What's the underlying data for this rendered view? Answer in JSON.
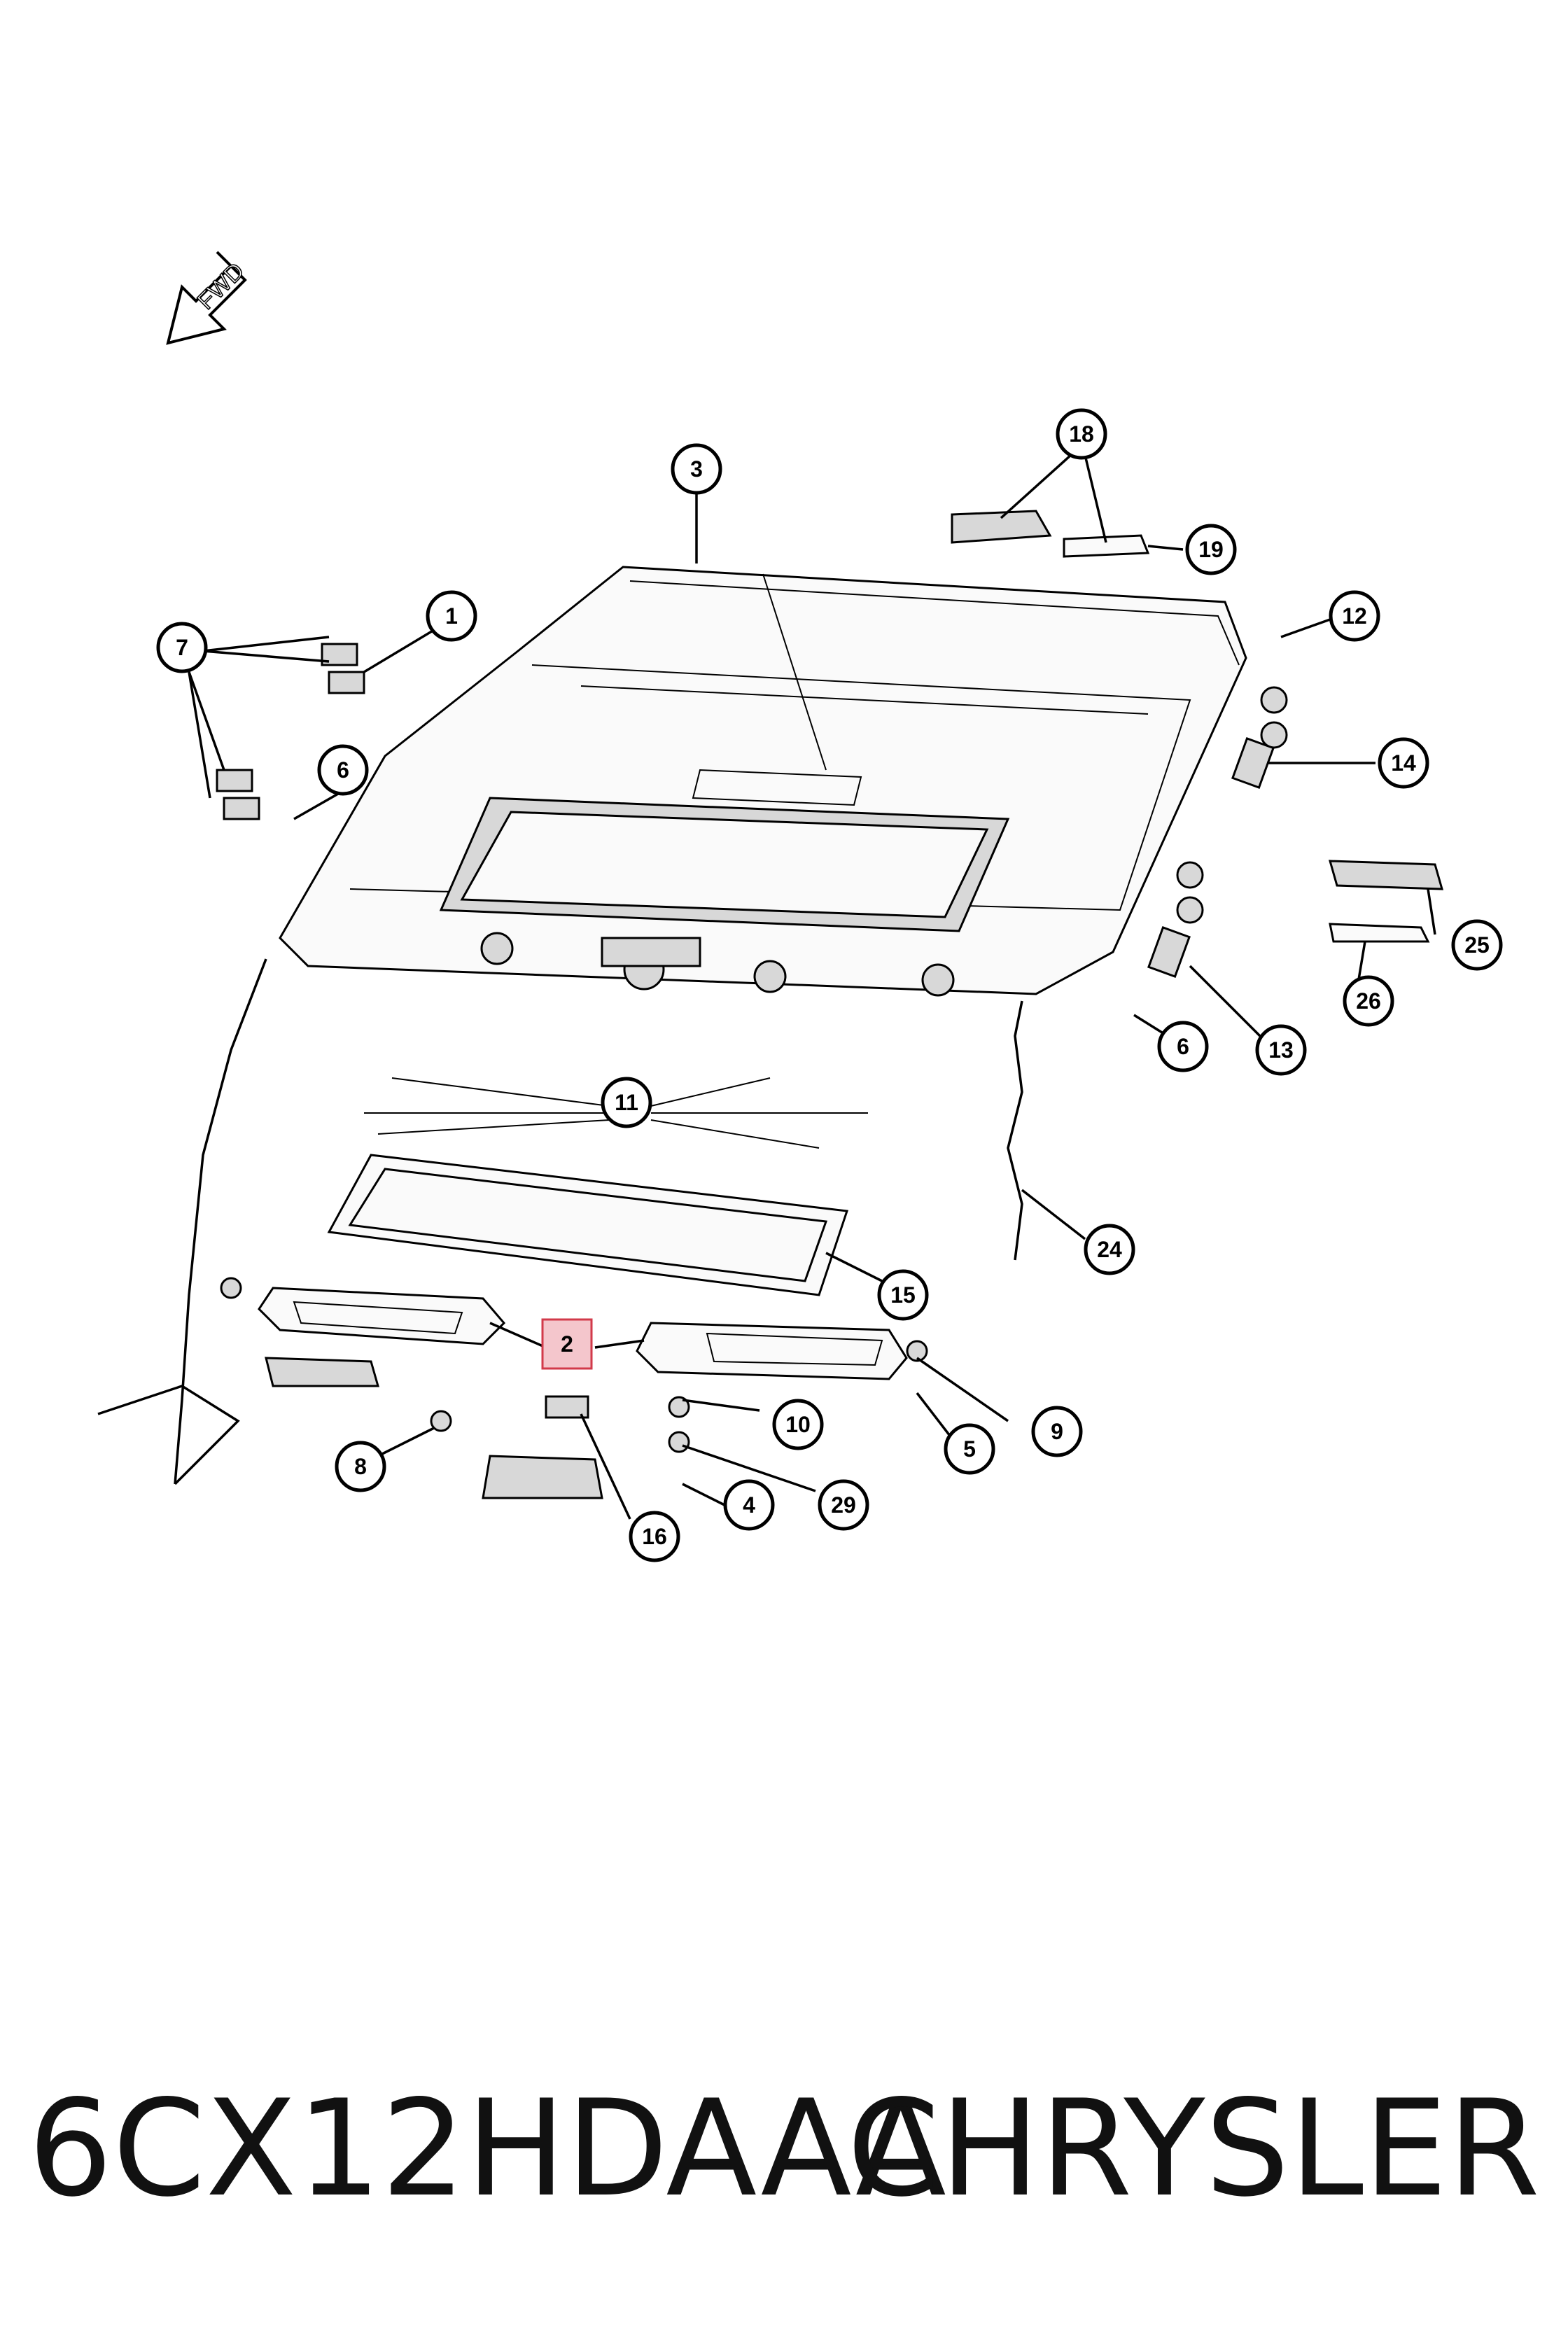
{
  "diagram": {
    "direction_label": "FWD",
    "callouts": [
      {
        "id": "c1",
        "label": "1"
      },
      {
        "id": "c2",
        "label": "2",
        "highlighted": true
      },
      {
        "id": "c3",
        "label": "3"
      },
      {
        "id": "c4",
        "label": "4"
      },
      {
        "id": "c5",
        "label": "5"
      },
      {
        "id": "c6a",
        "label": "6"
      },
      {
        "id": "c6b",
        "label": "6"
      },
      {
        "id": "c7",
        "label": "7"
      },
      {
        "id": "c8",
        "label": "8"
      },
      {
        "id": "c9",
        "label": "9"
      },
      {
        "id": "c10",
        "label": "10"
      },
      {
        "id": "c11",
        "label": "11"
      },
      {
        "id": "c12",
        "label": "12"
      },
      {
        "id": "c13",
        "label": "13"
      },
      {
        "id": "c14",
        "label": "14"
      },
      {
        "id": "c15",
        "label": "15"
      },
      {
        "id": "c16",
        "label": "16"
      },
      {
        "id": "c18",
        "label": "18"
      },
      {
        "id": "c19",
        "label": "19"
      },
      {
        "id": "c24",
        "label": "24"
      },
      {
        "id": "c25",
        "label": "25"
      },
      {
        "id": "c26",
        "label": "26"
      },
      {
        "id": "c29",
        "label": "29"
      }
    ],
    "highlight_color": "#f4c6cc"
  },
  "footer": {
    "part_number": "6CX12HDAAA",
    "brand": "CHRYSLER"
  }
}
